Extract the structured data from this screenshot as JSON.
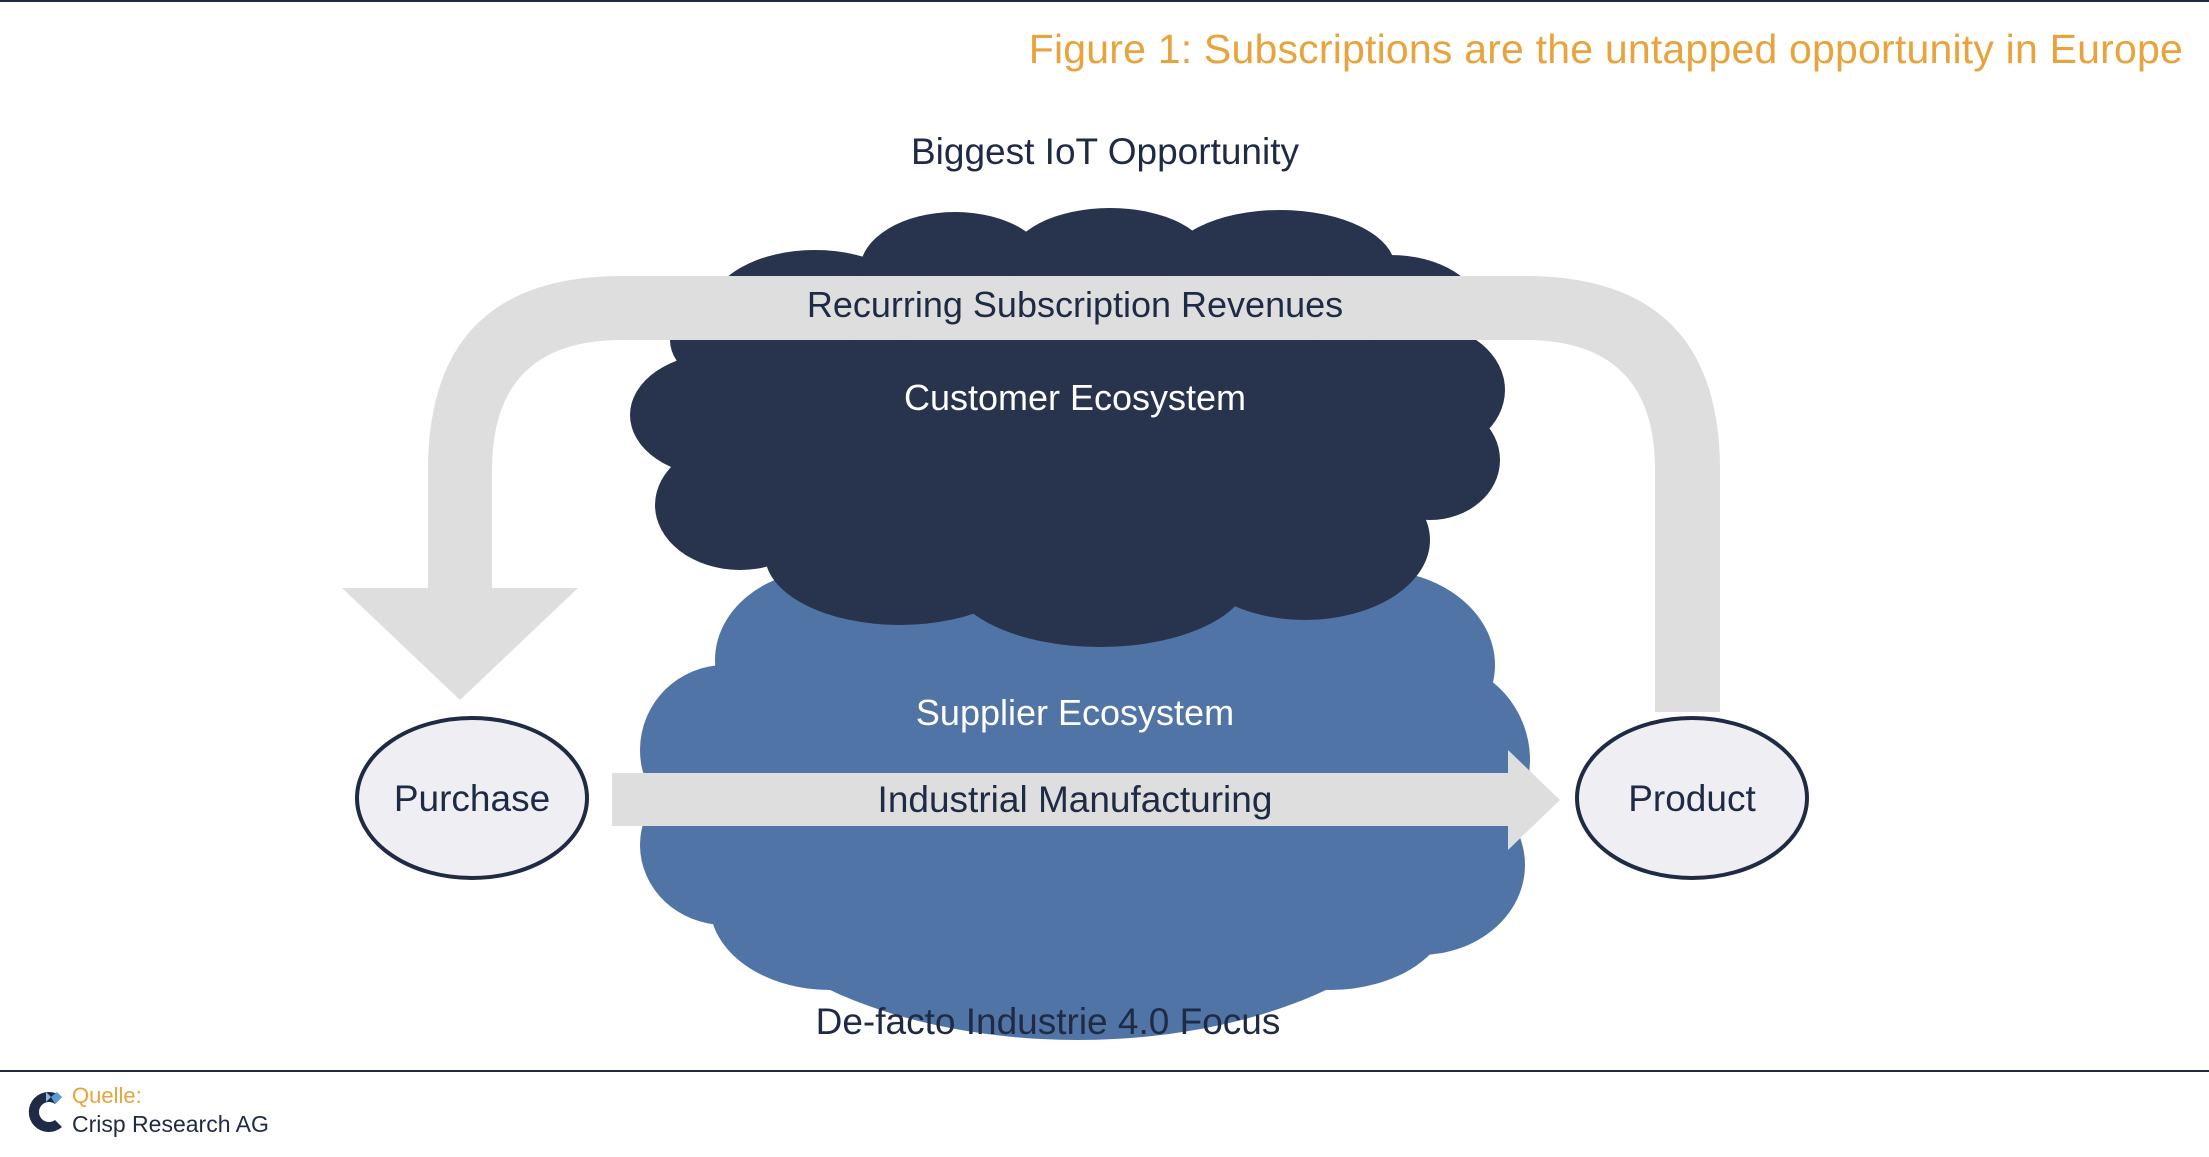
{
  "figure": {
    "title": "Figure 1: Subscriptions are the untapped opportunity in Europe",
    "top_label": "Biggest IoT Opportunity",
    "bottom_label": "De-facto Industrie 4.0 Focus"
  },
  "diagram": {
    "arrows": {
      "recurring": "Recurring Subscription Revenues",
      "manufacturing": "Industrial Manufacturing"
    },
    "clouds": {
      "customer": "Customer Ecosystem",
      "supplier": "Supplier Ecosystem"
    },
    "nodes": {
      "purchase": "Purchase",
      "product": "Product"
    }
  },
  "source": {
    "label": "Quelle:",
    "company": "Crisp Research AG"
  },
  "colors": {
    "accent": "#e8a33c",
    "navy": "#1f2a44",
    "customer_cloud": "#28334e",
    "supplier_cloud": "#5174a6",
    "arrow": "#dedede",
    "node_fill": "#eeeef3"
  },
  "icons": {
    "logo": "crisp-research-logo-icon"
  }
}
